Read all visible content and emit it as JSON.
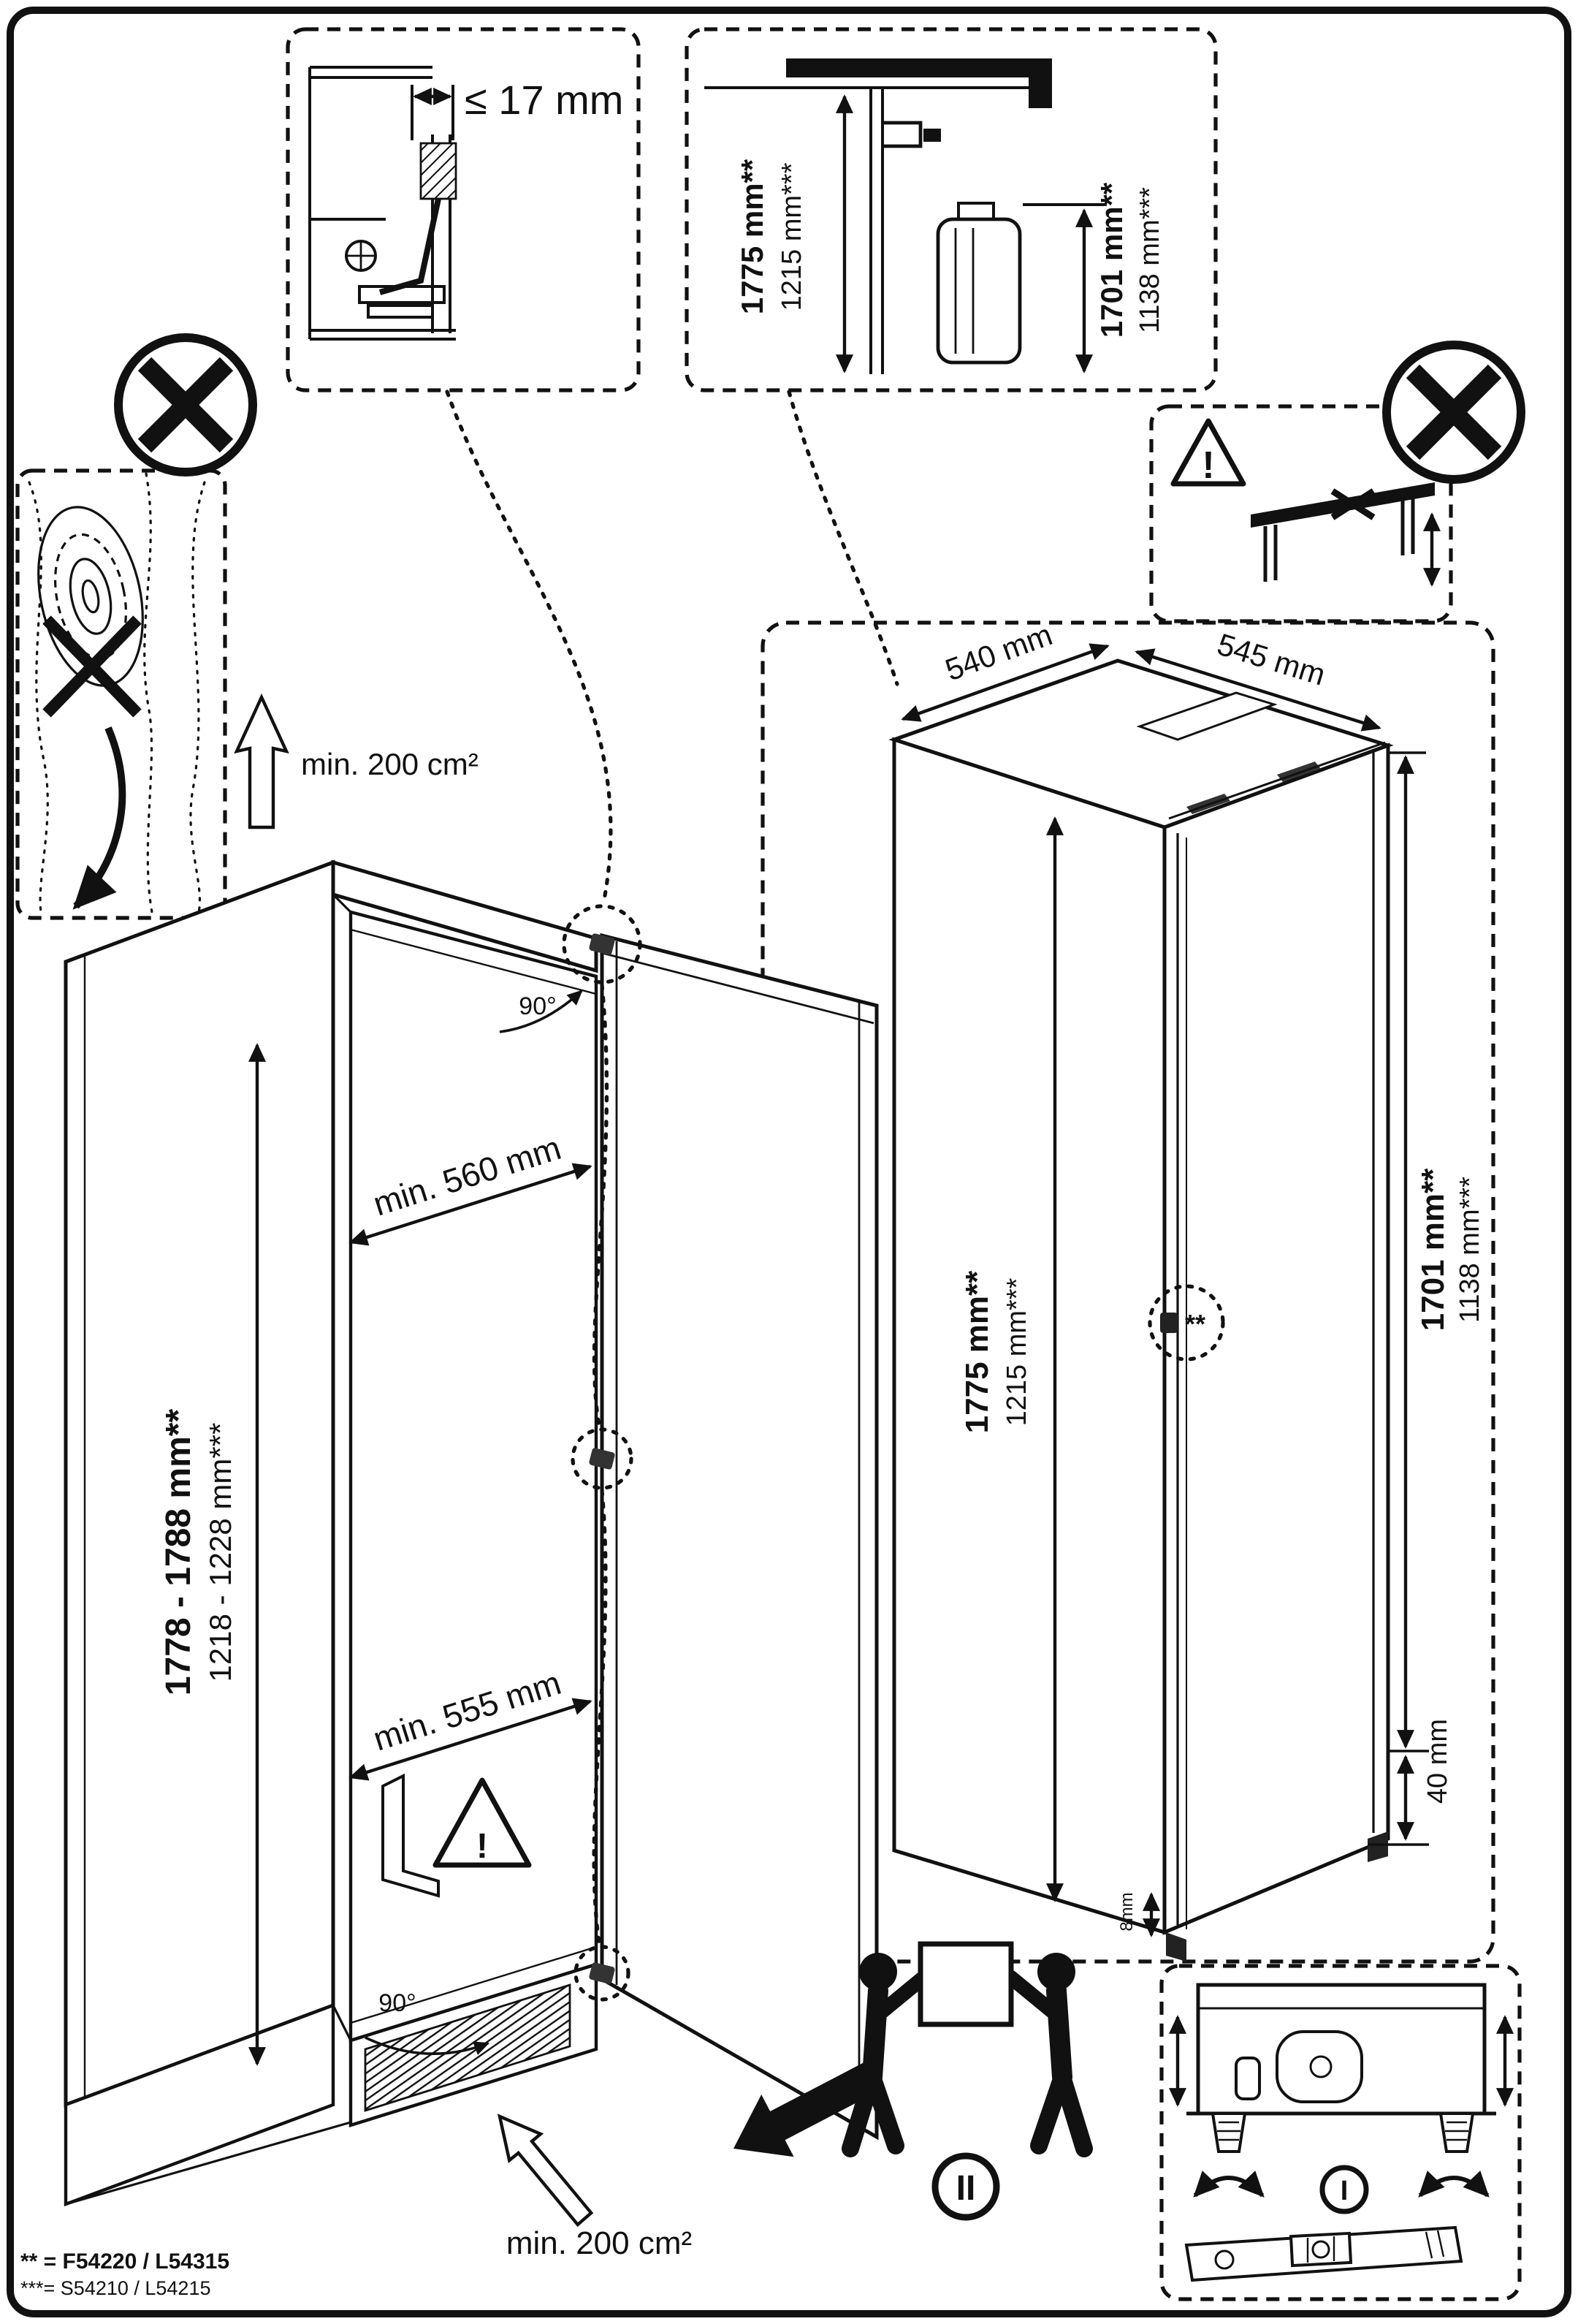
{
  "insets": {
    "hinge": {
      "gap": "≤ 17 mm"
    },
    "clearance": {
      "height_front": "1775 mm**",
      "height_front_alt": "1215 mm***",
      "height_rear": "1701 mm**",
      "height_rear_alt": "1138 mm***"
    }
  },
  "niche": {
    "height": "1778 - 1788 mm**",
    "height_alt": "1218 - 1228 mm***",
    "depth_top": "min. 560 mm",
    "depth_bottom": "min. 555 mm",
    "angle_top": "90°",
    "angle_bottom": "90°",
    "vent_side": "min. 200 cm²",
    "vent_bottom": "min. 200 cm²"
  },
  "appliance": {
    "width": "540 mm",
    "depth": "545 mm",
    "height": "1775 mm**",
    "height_alt": "1215 mm***",
    "door_height": "1701 mm**",
    "door_height_alt": "1138 mm***",
    "plinth_height": "40 mm",
    "bottom_gap": "8mm",
    "hinge_note": "**"
  },
  "warnings": {
    "mark": "!"
  },
  "badges": {
    "carry_step": "II",
    "level_step": "I"
  },
  "footnotes": {
    "models_primary": "** = F54220 / L54315",
    "models_secondary": "***= S54210 / L54215"
  }
}
